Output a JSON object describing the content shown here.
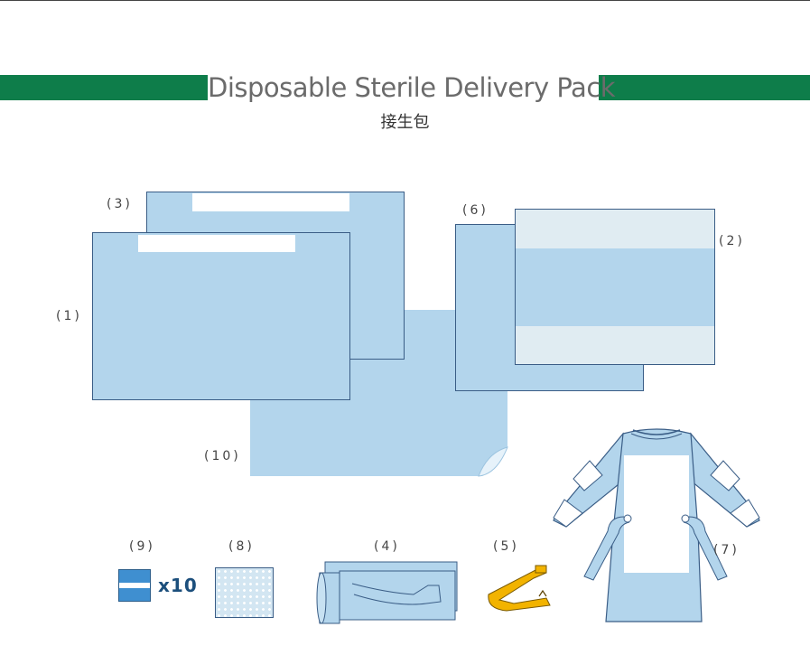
{
  "header": {
    "title": "Disposable Sterile Delivery Pack",
    "subtitle": "接生包"
  },
  "labels": {
    "item1": "(1)",
    "item2": "(2)",
    "item3": "(3)",
    "item4": "(4)",
    "item5": "(5)",
    "item6": "(6)",
    "item7": "(7)",
    "item8": "(8)",
    "item9": "(9)",
    "item10": "(10)"
  },
  "quantity": {
    "item9": "x10"
  },
  "colors": {
    "band": "#0e7d4a",
    "sheet": "#b3d5ec",
    "outline": "#3a5d86",
    "clamp": "#f2b300"
  }
}
